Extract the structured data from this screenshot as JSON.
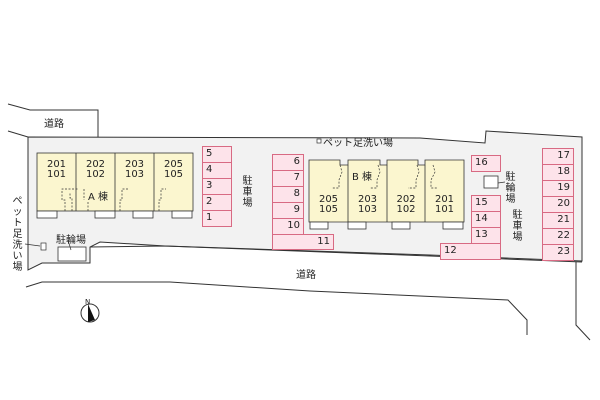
{
  "colors": {
    "building_fill": "#fbf6cf",
    "parking_fill": "#fde3ea",
    "parking_border": "#d86a83",
    "site_fill": "#f2f2f2",
    "line": "#333333"
  },
  "labels": {
    "road_top": "道路",
    "road_bottom": "道路",
    "pet_wash_top": "ペット足洗い場",
    "pet_wash_left": "ペット足洗い場",
    "bike_parking_left": "駐輪場",
    "bike_parking_right": "駐輪場",
    "car_parking_left": "駐車場",
    "car_parking_right": "駐車場",
    "north": "N"
  },
  "building_a": {
    "name": "A 棟",
    "units": [
      {
        "upper": "201",
        "lower": "101"
      },
      {
        "upper": "202",
        "lower": "102"
      },
      {
        "upper": "203",
        "lower": "103"
      },
      {
        "upper": "205",
        "lower": "105"
      }
    ]
  },
  "building_b": {
    "name": "B 棟",
    "units": [
      {
        "upper": "205",
        "lower": "105"
      },
      {
        "upper": "203",
        "lower": "103"
      },
      {
        "upper": "202",
        "lower": "102"
      },
      {
        "upper": "201",
        "lower": "101"
      }
    ]
  },
  "parking": {
    "group1": [
      "5",
      "4",
      "3",
      "2",
      "1"
    ],
    "group2": [
      "6",
      "7",
      "8",
      "9",
      "10",
      "11"
    ],
    "group3": [
      "16",
      "15",
      "14",
      "13",
      "12"
    ],
    "group4": [
      "17",
      "18",
      "19",
      "20",
      "21",
      "22",
      "23"
    ]
  }
}
